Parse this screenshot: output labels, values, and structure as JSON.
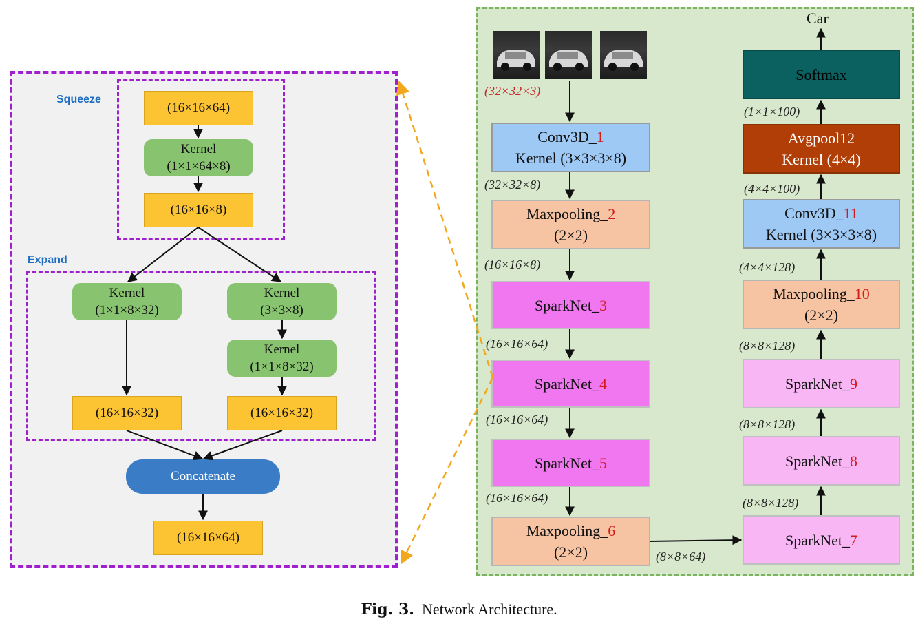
{
  "left": {
    "squeeze_label": "Squeeze",
    "expand_label": "Expand",
    "input_dim": "(16×16×64)",
    "squeeze_kernel_title": "Kernel",
    "squeeze_kernel_dim": "(1×1×64×8)",
    "squeeze_out": "(16×16×8)",
    "expand_k1_title": "Kernel",
    "expand_k1_dim": "(1×1×8×32)",
    "expand_k2_title": "Kernel",
    "expand_k2_dim": "(3×3×8)",
    "expand_k3_title": "Kernel",
    "expand_k3_dim": "(1×1×8×32)",
    "expand_out_left": "(16×16×32)",
    "expand_out_right": "(16×16×32)",
    "concat": "Concatenate",
    "final_out": "(16×16×64)"
  },
  "right": {
    "input_dim": "(32×32×3)",
    "car": "Car",
    "conv1_name": "Conv3D_",
    "conv1_num": "1",
    "conv1_kernel": "Kernel (3×3×3×8)",
    "dim_a": "(32×32×8)",
    "mp2_name": "Maxpooling_",
    "mp2_num": "2",
    "mp2_size": "(2×2)",
    "dim_b": "(16×16×8)",
    "sn3_name": "SparkNet_",
    "sn3_num": "3",
    "dim_c": "(16×16×64)",
    "sn4_name": "SparkNet_",
    "sn4_num": "4",
    "dim_d": "(16×16×64)",
    "sn5_name": "SparkNet_",
    "sn5_num": "5",
    "dim_e": "(16×16×64)",
    "mp6_name": "Maxpooling_",
    "mp6_num": "6",
    "mp6_size": "(2×2)",
    "dim_f": "(8×8×64)",
    "sn7_name": "SparkNet_",
    "sn7_num": "7",
    "dim_g": "(8×8×128)",
    "sn8_name": "SparkNet_",
    "sn8_num": "8",
    "dim_h": "(8×8×128)",
    "sn9_name": "SparkNet_",
    "sn9_num": "9",
    "dim_i": "(8×8×128)",
    "mp10_name": "Maxpooling_",
    "mp10_num": "10",
    "mp10_size": "(2×2)",
    "dim_j": "(4×4×128)",
    "conv11_name": "Conv3D_",
    "conv11_num": "11",
    "conv11_kernel": "Kernel (3×3×3×8)",
    "dim_k": "(4×4×100)",
    "avg_name": "Avgpool12",
    "avg_kernel": "Kernel (4×4)",
    "dim_l": "(1×1×100)",
    "softmax": "Softmax"
  },
  "caption": {
    "fig": "Fig. 3.",
    "text": "Network Architecture."
  }
}
